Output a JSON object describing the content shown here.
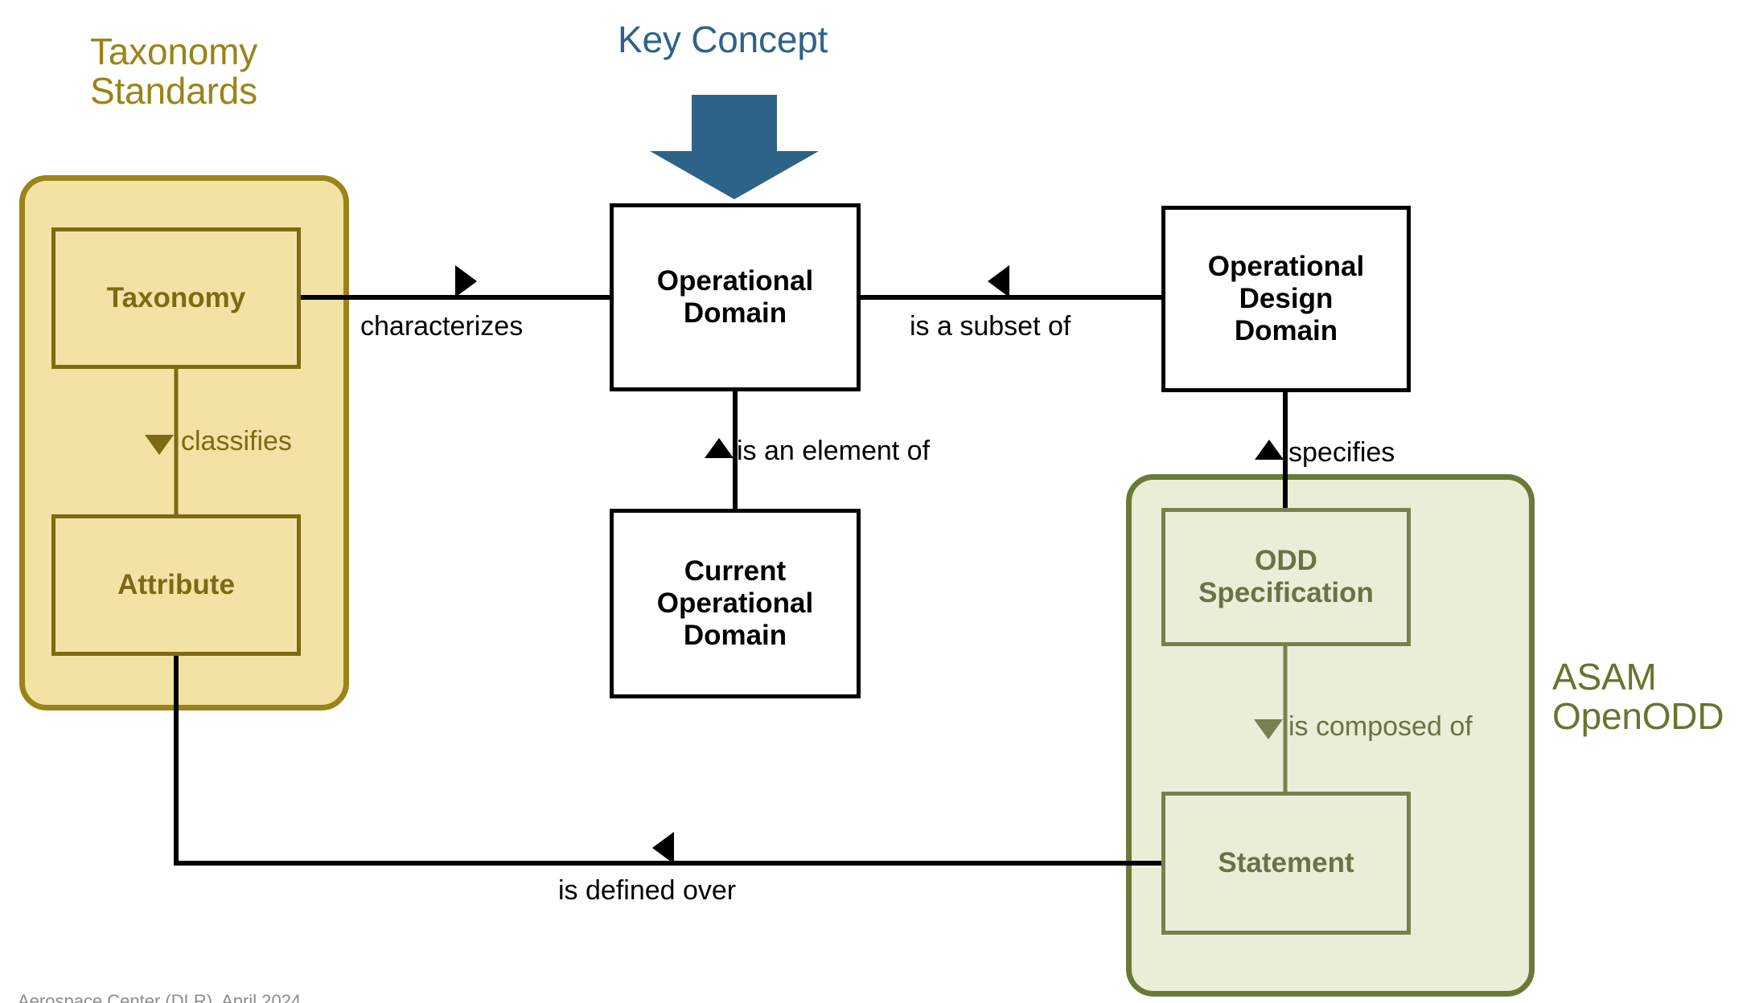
{
  "diagram": {
    "title_annotations": {
      "key_concept": "Key Concept",
      "taxonomy_standards": "Taxonomy\nStandards",
      "asam_openodd": "ASAM\nOpenODD"
    },
    "groups": [
      {
        "id": "taxonomy-standards",
        "label": "Taxonomy\nStandards",
        "fill": "#f2e3a4",
        "stroke": "#9a8419",
        "text_color": "#9a8419"
      },
      {
        "id": "asam-openodd",
        "label": "ASAM\nOpenODD",
        "fill": "#e9eed6",
        "stroke": "#697a36",
        "text_color": "#64762f"
      }
    ],
    "nodes": [
      {
        "id": "taxonomy",
        "label": "Taxonomy",
        "group": "taxonomy-standards",
        "style": "yellow"
      },
      {
        "id": "attribute",
        "label": "Attribute",
        "group": "taxonomy-standards",
        "style": "yellow"
      },
      {
        "id": "od",
        "label": "Operational\nDomain",
        "group": null,
        "style": "plain"
      },
      {
        "id": "cod",
        "label": "Current\nOperational\nDomain",
        "group": null,
        "style": "plain"
      },
      {
        "id": "odd",
        "label": "Operational\nDesign\nDomain",
        "group": null,
        "style": "plain"
      },
      {
        "id": "odd-spec",
        "label": "ODD\nSpecification",
        "group": "asam-openodd",
        "style": "green"
      },
      {
        "id": "statement",
        "label": "Statement",
        "group": "asam-openodd",
        "style": "green"
      }
    ],
    "edges": [
      {
        "id": "characterizes",
        "label": "characterizes",
        "from": "taxonomy",
        "to": "od",
        "color": "#000000"
      },
      {
        "id": "is-a-subset-of",
        "label": "is a subset of",
        "from": "od",
        "to": "odd",
        "color": "#000000"
      },
      {
        "id": "is-an-element-of",
        "label": "is an element of",
        "from": "cod",
        "to": "od",
        "color": "#000000"
      },
      {
        "id": "specifies",
        "label": "specifies",
        "from": "odd-spec",
        "to": "odd",
        "color": "#000000"
      },
      {
        "id": "is-defined-over",
        "label": "is defined over",
        "from": "statement",
        "to": "attribute",
        "color": "#000000"
      },
      {
        "id": "classifies",
        "label": "classifies",
        "from": "taxonomy",
        "to": "attribute",
        "color": "#7d6a14"
      },
      {
        "id": "is-composed-of",
        "label": "is composed of",
        "from": "odd-spec",
        "to": "statement",
        "color": "#6a7248"
      }
    ],
    "key_concept_marker": {
      "label": "Key Concept",
      "points_to": "od",
      "color": "#2e6389",
      "shape": "down-arrow"
    },
    "footer": "Aerospace Center (DLR), April 2024",
    "colors": {
      "accent_blue": "#2e6389",
      "taxonomy_gold": "#9a8419",
      "taxonomy_fill": "#f2e3a4",
      "openodd_green": "#64762f",
      "openodd_fill": "#e9eed6",
      "line_black": "#000000"
    }
  }
}
